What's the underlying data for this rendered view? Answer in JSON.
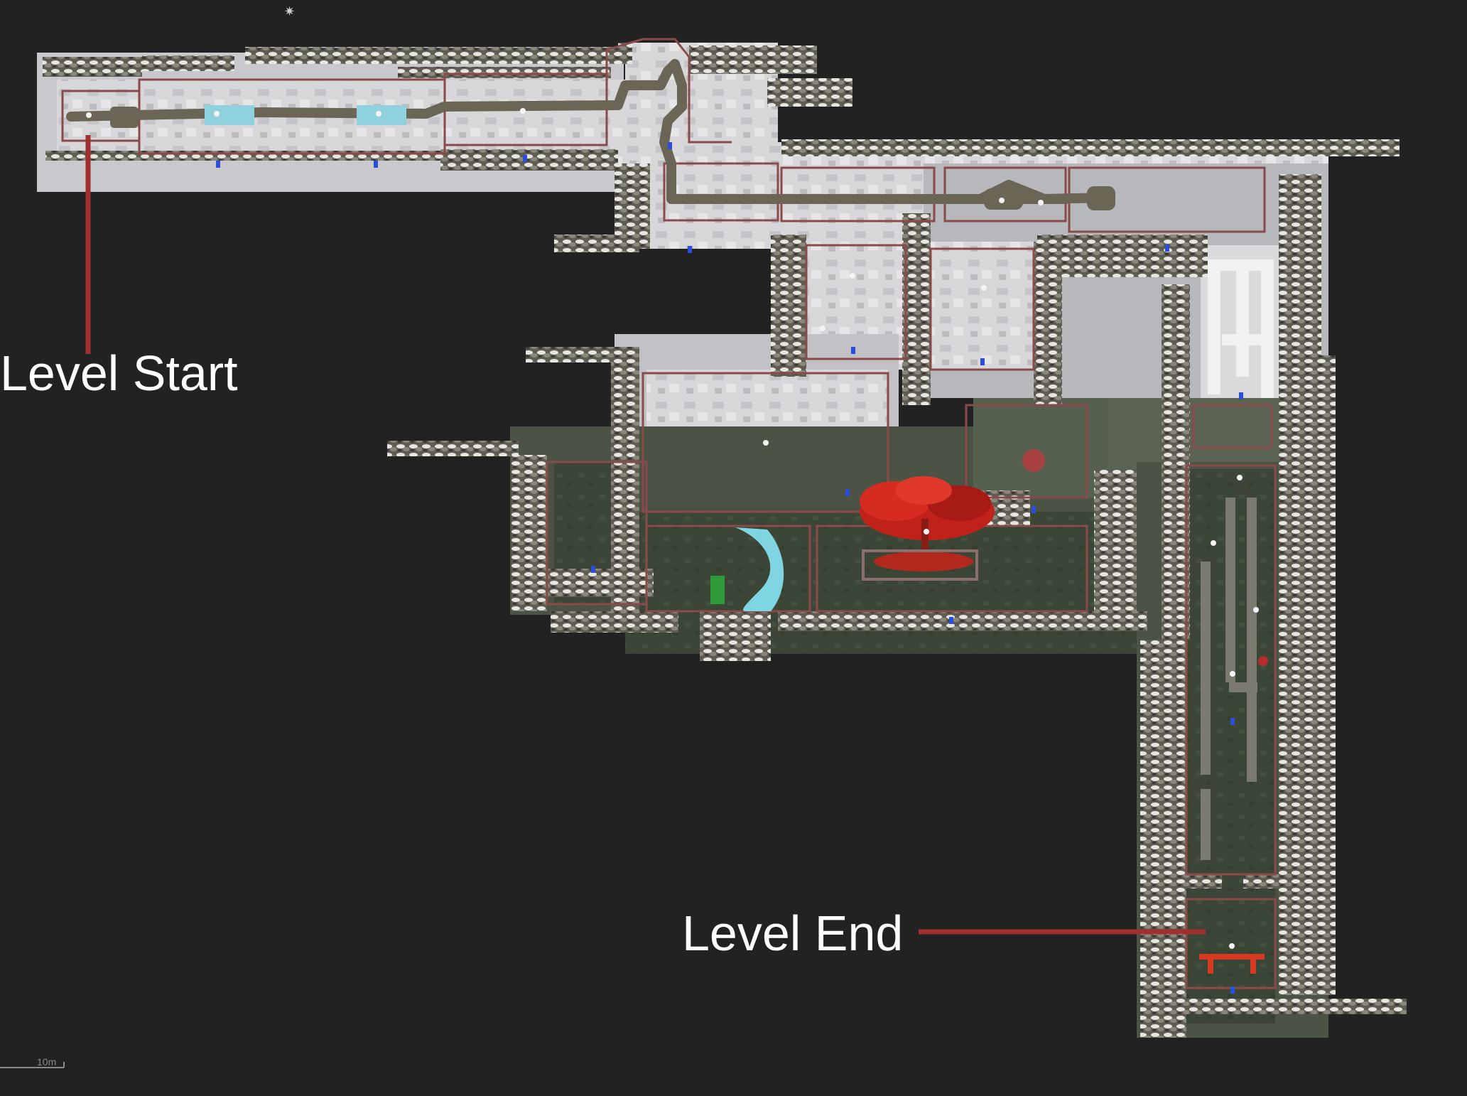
{
  "callouts": {
    "start": {
      "label": "Level Start",
      "line_color": "#a0302f"
    },
    "end": {
      "label": "Level End",
      "line_color": "#a0302f"
    }
  },
  "scale": {
    "label": "10m"
  },
  "icons": {
    "top": "spider-icon"
  },
  "palette": {
    "background": "#222222",
    "snow_floor": "#d7d7d9",
    "snow_shadow": "#b9b9bd",
    "grass_floor": "#3c4636",
    "grass_edge": "#58604f",
    "rock_hedge": "#6d6b60",
    "wall_outline": "#8a4a4a",
    "path": "#6a6555",
    "water": "#7fd6e2",
    "tree": "#c0221a",
    "marker": "#2a4fd6"
  }
}
